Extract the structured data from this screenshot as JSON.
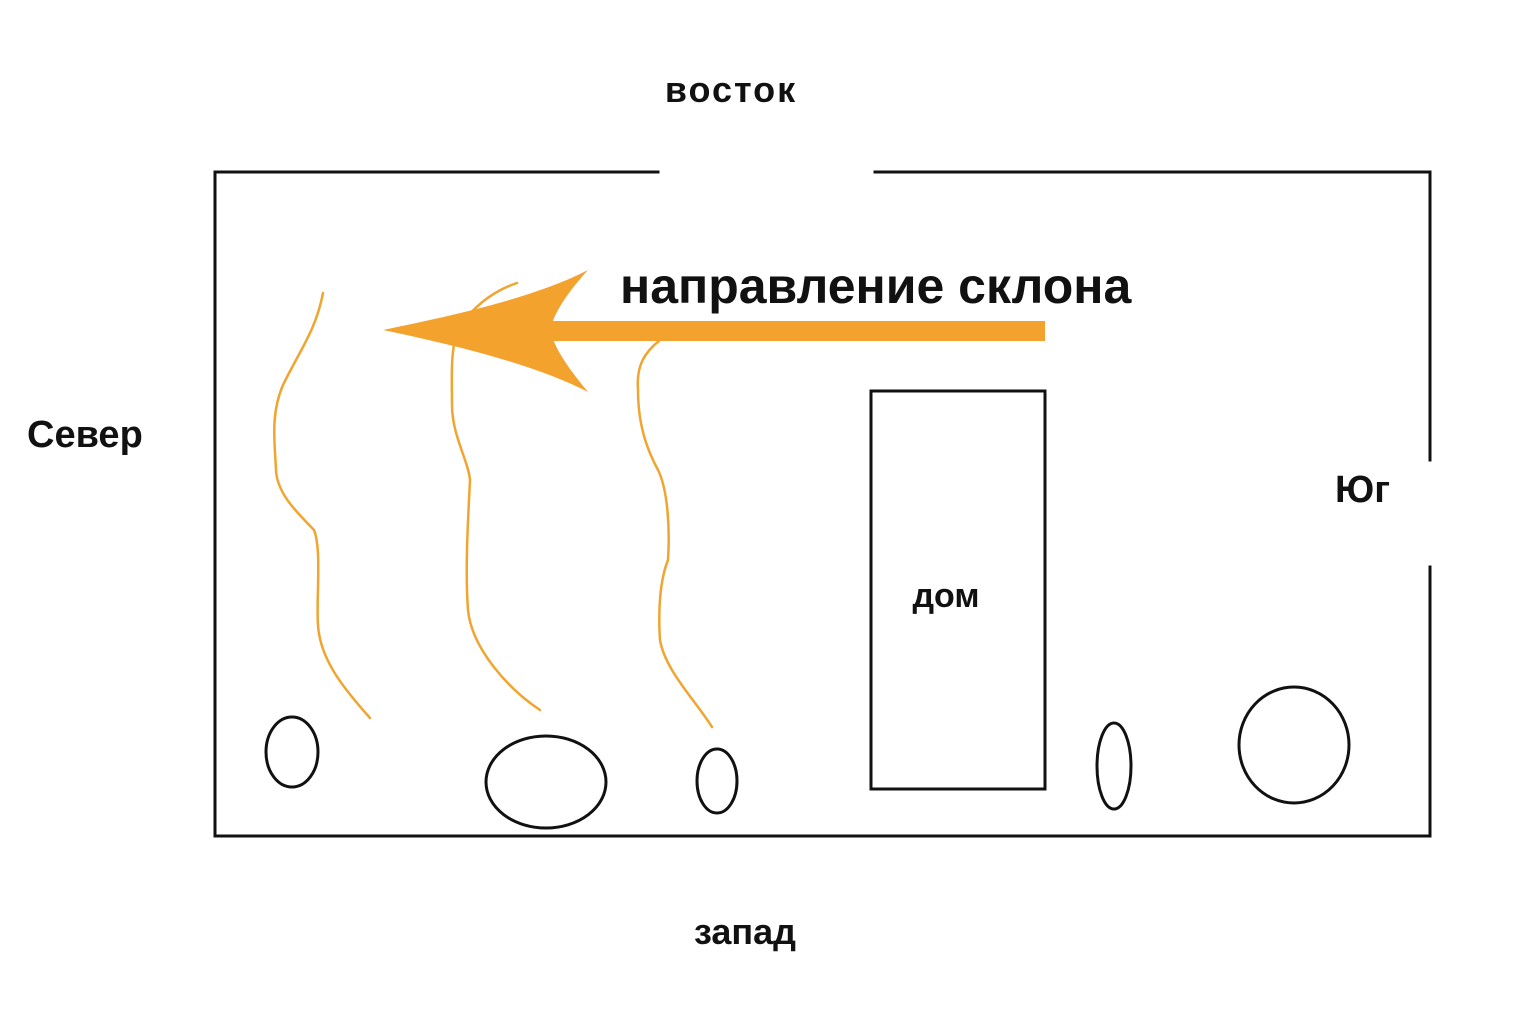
{
  "labels": {
    "east": "восток",
    "west": "запад",
    "north": "Север",
    "south": "Юг",
    "house": "дом",
    "slope": "направление склона"
  },
  "colors": {
    "outline": "#111111",
    "slope_arrow": "#f4a22e",
    "contour_lines": "#f0a530",
    "background": "#ffffff"
  },
  "counts": {
    "contour_lines": 3,
    "trees": 5
  },
  "icons": {
    "slope": "left-arrow-icon",
    "house": "rectangle-outline",
    "trees": "ellipse-outline",
    "contours": "wavy-line"
  }
}
